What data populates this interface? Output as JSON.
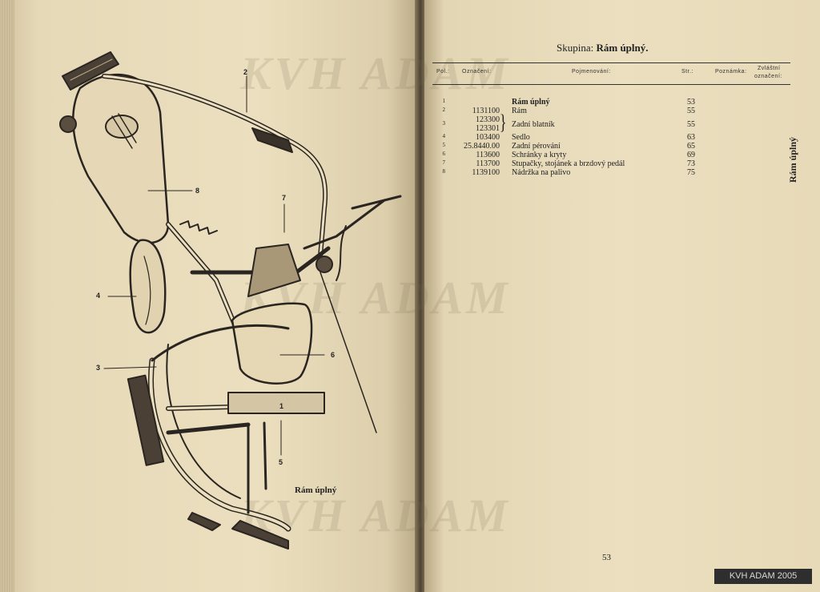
{
  "watermark": "KVH ADAM",
  "figure": {
    "caption": "Rám úplný",
    "callouts": [
      "2",
      "8",
      "7",
      "4",
      "6",
      "3",
      "1",
      "5"
    ]
  },
  "right_page": {
    "group_label": "Skupina:",
    "group_name": "Rám úplný.",
    "columns": [
      "Pol.:",
      "Označení:",
      "Pojmenování:",
      "Str.:",
      "Poznámka:",
      "Zvláštní",
      "označení:"
    ],
    "rows": [
      {
        "pol": "1",
        "code": "",
        "name": "Rám úplný",
        "page": "53",
        "bold": true
      },
      {
        "pol": "2",
        "code": "1131100",
        "name": "Rám",
        "page": "55"
      },
      {
        "pol": "",
        "code": "123300",
        "name": "",
        "page": ""
      },
      {
        "pol": "3",
        "code": "",
        "name": "Zadní blatník",
        "page": "55"
      },
      {
        "pol": "",
        "code": "123301",
        "name": "",
        "page": ""
      },
      {
        "pol": "4",
        "code": "103400",
        "name": "Sedlo",
        "page": "63"
      },
      {
        "pol": "5",
        "code": "25.8440.00",
        "name": "Zadní pérování",
        "page": "65"
      },
      {
        "pol": "6",
        "code": "113600",
        "name": "Schránky a kryty",
        "page": "69"
      },
      {
        "pol": "7",
        "code": "113700",
        "name": "Stupačky, stojánek a brzdový pedál",
        "page": "73"
      },
      {
        "pol": "8",
        "code": "1139100",
        "name": "Nádržka na palivo",
        "page": "75"
      }
    ],
    "side_label": "Rám úplný",
    "page_number": "53"
  },
  "badge": "KVH ADAM 2005",
  "colors": {
    "paper": "#ebdfbf",
    "ink": "#1e1e1e",
    "gutter": "#4d4232"
  }
}
